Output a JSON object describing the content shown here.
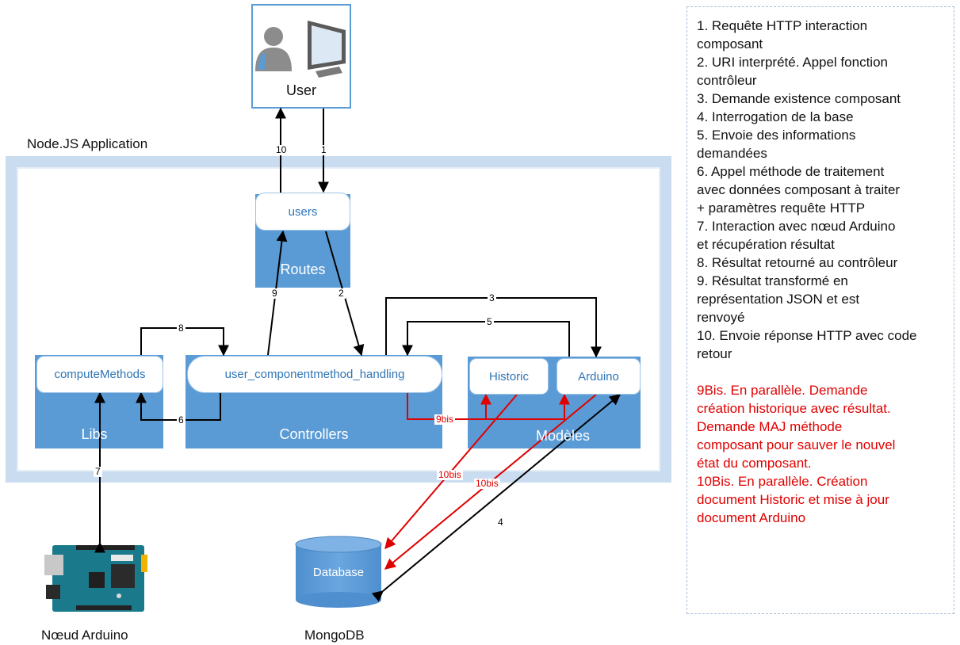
{
  "diagram": {
    "app_title": "Node.JS Application",
    "user_label": "User",
    "routes": {
      "title": "Routes",
      "item": "users"
    },
    "controllers": {
      "title": "Controllers",
      "item": "user_componentmethod_handling"
    },
    "libs": {
      "title": "Libs",
      "item": "computeMethods"
    },
    "models": {
      "title": "Modèles",
      "items": [
        "Historic",
        "Arduino"
      ]
    },
    "database": {
      "label": "Database",
      "caption": "MongoDB"
    },
    "arduino_caption": "Nœud Arduino",
    "arrow_labels": {
      "a1": "1",
      "a2": "2",
      "a3": "3",
      "a4": "4",
      "a5": "5",
      "a6": "6",
      "a7": "7",
      "a8": "8",
      "a9": "9",
      "a10": "10",
      "a9bis": "9bis",
      "a10bis_1": "10bis",
      "a10bis_2": "10bis"
    },
    "colors": {
      "box_blue": "#5b9bd5",
      "frame_blue": "#c9dcf0",
      "arrow_black": "#000000",
      "arrow_red": "#e00000"
    }
  },
  "legend": {
    "steps": [
      "1. Requête HTTP interaction",
      "composant",
      "2. URI interprété. Appel fonction",
      "contrôleur",
      "3. Demande existence composant",
      "4. Interrogation de la base",
      "5. Envoie des informations",
      "demandées",
      "6. Appel méthode de traitement",
      "avec données composant à traiter",
      "+ paramètres requête HTTP",
      "7. Interaction avec nœud Arduino",
      "et récupération résultat",
      "8. Résultat retourné au contrôleur",
      "9. Résultat transformé en",
      "représentation JSON et est",
      "renvoyé",
      "10. Envoie réponse HTTP avec code",
      "retour"
    ],
    "parallel_notes": [
      "9Bis. En parallèle. Demande",
      "création historique avec résultat.",
      "Demande MAJ méthode",
      "composant pour sauver le nouvel",
      "état du composant.",
      "10Bis. En parallèle. Création",
      "document Historic et mise à jour",
      "document Arduino"
    ]
  }
}
